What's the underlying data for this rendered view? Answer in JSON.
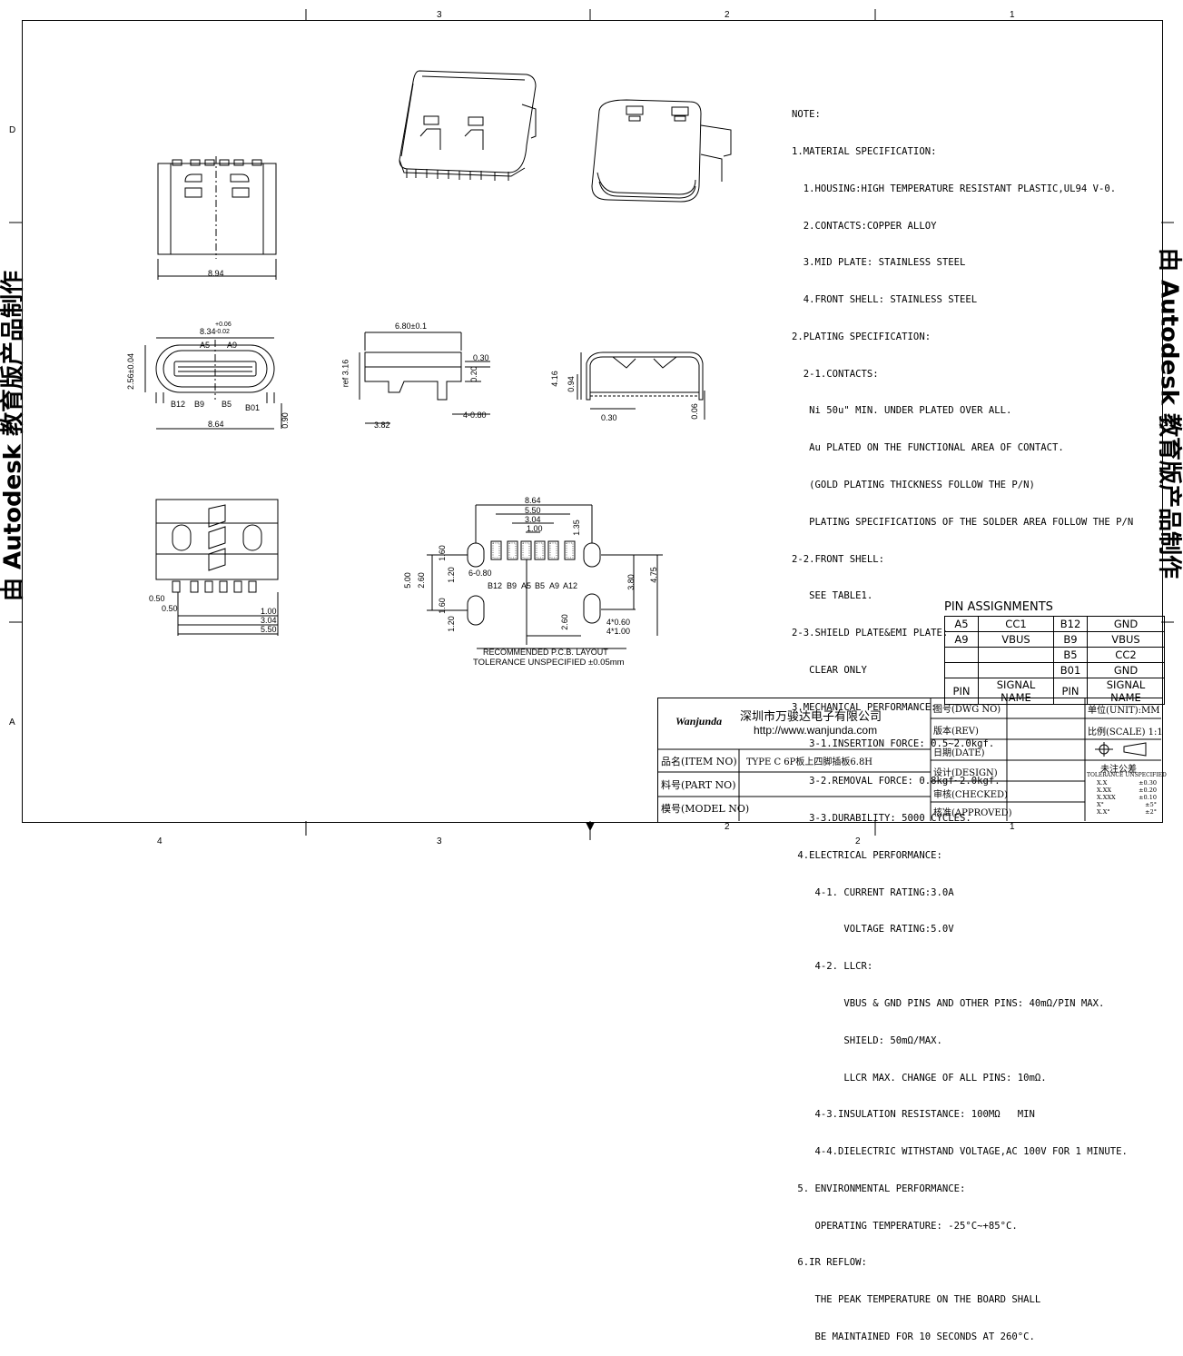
{
  "border": {
    "top_zones": [
      "3",
      "2",
      "1"
    ],
    "bottom_zones": [
      "4",
      "3",
      "2",
      "2",
      "1"
    ],
    "left_zones": [
      "D",
      "A"
    ]
  },
  "watermark": "由 Autodesk 教育版产品制作",
  "notes": [
    "NOTE:",
    "1.MATERIAL SPECIFICATION:",
    "  1.HOUSING:HIGH TEMPERATURE RESISTANT PLASTIC,UL94 V-0.",
    "  2.CONTACTS:COPPER ALLOY",
    "  3.MID PLATE: STAINLESS STEEL",
    "  4.FRONT SHELL: STAINLESS STEEL",
    "2.PLATING SPECIFICATION:",
    "  2-1.CONTACTS:",
    "   Ni 50u\" MIN. UNDER PLATED OVER ALL.",
    "   Au PLATED ON THE FUNCTIONAL AREA OF CONTACT.",
    "   (GOLD PLATING THICKNESS FOLLOW THE P/N)",
    "   PLATING SPECIFICATIONS OF THE SOLDER AREA FOLLOW THE P/N",
    "2-2.FRONT SHELL:",
    "   SEE TABLE1.",
    "2-3.SHIELD PLATE&EMI PLATE:",
    "   CLEAR ONLY",
    "3.MECHANICAL PERFORMANCE:",
    "   3-1.INSERTION FORCE: 0.5~2.0kgf.",
    "   3-2.REMOVAL FORCE: 0.8kgf~2.0kgf.",
    "   3-3.DURABILITY: 5000 CYCLES.",
    " 4.ELECTRICAL PERFORMANCE:",
    "    4-1. CURRENT RATING:3.0A",
    "         VOLTAGE RATING:5.0V",
    "    4-2. LLCR:",
    "         VBUS & GND PINS AND OTHER PINS: 40mΩ/PIN MAX.",
    "         SHIELD: 50mΩ/MAX.",
    "         LLCR MAX. CHANGE OF ALL PINS: 10mΩ.",
    "    4-3.INSULATION RESISTANCE: 100MΩ   MIN",
    "    4-4.DIELECTRIC WITHSTAND VOLTAGE,AC 100V FOR 1 MINUTE.",
    " 5. ENVIRONMENTAL PERFORMANCE:",
    "    OPERATING TEMPERATURE: -25°C~+85°C.",
    " 6.IR REFLOW:",
    "    THE PEAK TEMPERATURE ON THE BOARD SHALL",
    "    BE MAINTAINED FOR 10 SECONDS AT 260°C."
  ],
  "dims": {
    "top_width": "8.94",
    "front_width": "8.34",
    "front_tol_plus": "+0.06",
    "front_tol_minus": "-0.02",
    "front_height": "2.56±0.04",
    "bottom_width": "8.64",
    "leg_height": "0.90",
    "side_length": "6.80±0.1",
    "side_ref": "ref 3.16",
    "side_t1": "0.30",
    "side_t2": "0.20",
    "side_pin": "4-0.80",
    "side_offset": "3.82",
    "back_h1": "4.16",
    "back_h2": "0.94",
    "back_t": "0.30",
    "back_t2": "0.06",
    "bv_w1": "0.50",
    "bv_w2": "0.50",
    "bv_w3": "1.00",
    "bv_w4": "3.04",
    "bv_w5": "5.50"
  },
  "front_labels": {
    "top": [
      "A5",
      "A9"
    ],
    "bottom": [
      "B12",
      "B9",
      "B5",
      "B01"
    ]
  },
  "pcb": {
    "w1": "8.64",
    "w2": "5.50",
    "w3": "3.04",
    "w4": "1.00",
    "w5": "1.35",
    "h1": "1.60",
    "h2": "1.20",
    "h3": "2.60",
    "h4": "5.00",
    "h5": "1.60",
    "h6": "1.20",
    "pad_spec": "6-0.80",
    "r1": "3.80",
    "r2": "4.75",
    "r3": "2.60",
    "slot1": "4*0.60",
    "slot2": "4*1.00",
    "pad_labels": [
      "B12",
      "B9",
      "A5",
      "B5",
      "A9",
      "A12"
    ],
    "caption1": "RECOMMENDED    P.C.B. LAYOUT",
    "caption2": "TOLERANCE UNSPECIFIED ±0.05mm"
  },
  "pin_assignments": {
    "title": "PIN  ASSIGNMENTS",
    "rows": [
      [
        "A5",
        "CC1",
        "B12",
        "GND"
      ],
      [
        "A9",
        "VBUS",
        "B9",
        "VBUS"
      ],
      [
        "",
        "",
        "B5",
        "CC2"
      ],
      [
        "",
        "",
        "B01",
        "GND"
      ]
    ],
    "header": [
      "PIN",
      "SIGNAL NAME",
      "PIN",
      "SIGNAL NAME"
    ]
  },
  "title_block": {
    "logo": "Wanjunda",
    "company": "深圳市万骏达电子有限公司",
    "url": "http://www.wanjunda.com",
    "item_no_label": "品名(ITEM NO)",
    "item_no_value": "TYPE C 6P板上四脚插板6.8H",
    "part_no_label": "料号(PART NO)",
    "model_no_label": "模号(MODEL NO)",
    "dwg_no_label": "图号(DWG NO)",
    "rev_label": "版本(REV)",
    "date_label": "日期(DATE)",
    "design_label": "设计(DESIGN)",
    "checked_label": "审核(CHECKED)",
    "approved_label": "核准(APPROVED)",
    "unit_label": "单位(UNIT):MM",
    "scale_label": "比例(SCALE) 1:1",
    "tol_title": "未注公差",
    "tol_sub": "TOLERANCE UNSPECIFIED",
    "tolerances": [
      [
        "X.X",
        "±0.30"
      ],
      [
        "X.XX",
        "±0.20"
      ],
      [
        "X.XXX",
        "±0.10"
      ],
      [
        "X°",
        "±5°"
      ],
      [
        "X.X°",
        "±2°"
      ]
    ]
  }
}
